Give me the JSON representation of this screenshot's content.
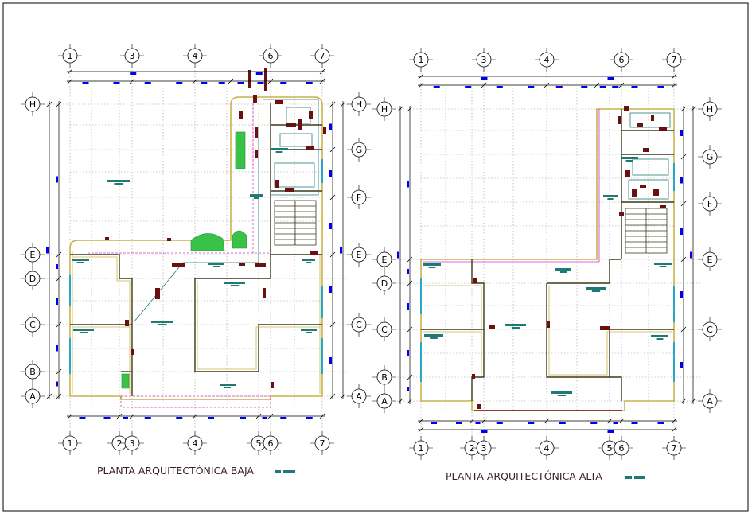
{
  "colors": {
    "wall": "#c8b24a",
    "wall_dark": "#3a3a1a",
    "grid": "#9a9a9a",
    "dimension": "#0000ee",
    "teal": "#1f7a73",
    "green": "#39c24a",
    "magenta": "#d633c9",
    "cyan": "#2aa6c8",
    "maroon": "#6a1010",
    "title": "#3a1e1e"
  },
  "plans": [
    {
      "title": "PLANTA ARQUITECTÓNICA BAJA",
      "col_top": [
        "1",
        "3",
        "4",
        "6",
        "7"
      ],
      "col_bottom": [
        "1",
        "2",
        "3",
        "4",
        "5",
        "6",
        "7"
      ],
      "rows_left": [
        "H",
        "E",
        "D",
        "C",
        "B",
        "A"
      ],
      "rows_right": [
        "H",
        "G",
        "F",
        "E",
        "C",
        "A"
      ]
    },
    {
      "title": "PLANTA ARQUITECTÓNICA ALTA",
      "col_top": [
        "1",
        "3",
        "4",
        "6",
        "7"
      ],
      "col_bottom": [
        "1",
        "2",
        "3",
        "4",
        "5",
        "6",
        "7"
      ],
      "rows_left": [
        "H",
        "E",
        "D",
        "C",
        "B",
        "A"
      ],
      "rows_right": [
        "H",
        "G",
        "F",
        "E",
        "C",
        "A"
      ]
    }
  ]
}
